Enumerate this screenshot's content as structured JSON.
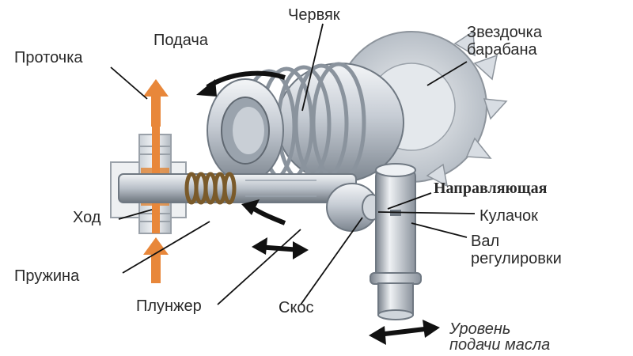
{
  "labels": {
    "chervyak": "Червяк",
    "podacha": "Подача",
    "zvezdochka_line1": "Звездочка",
    "zvezdochka_line2": "барабана",
    "protochka": "Проточка",
    "napravlyayushchaya": "Направляющая",
    "kulachok": "Кулачок",
    "val_line1": "Вал",
    "val_line2": "регулировки",
    "khod": "Ход",
    "pruzhina": "Пружина",
    "plunzher": "Плунжер",
    "skos": "Скос",
    "uroven_line1": "Уровень",
    "uroven_line2": "подачи масла"
  },
  "colors": {
    "arrow_orange": "#e8873a",
    "metal_light": "#dde2e8",
    "metal_mid": "#aeb6c0",
    "metal_dark": "#6f7882",
    "spring_brown": "#8a6a3a",
    "text": "#2a2a2a"
  }
}
